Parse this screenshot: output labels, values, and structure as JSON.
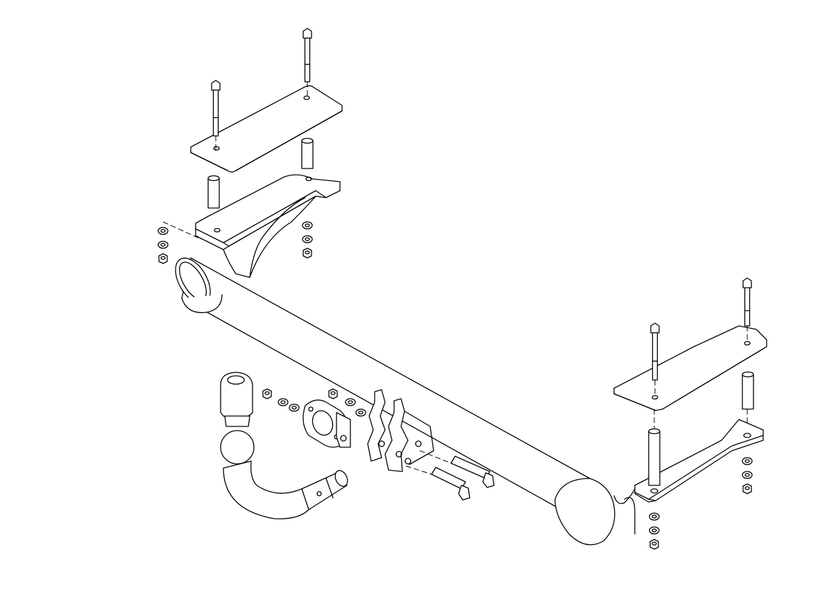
{
  "colors": {
    "stroke": "#000000",
    "background": "#ffffff"
  },
  "parts": {
    "left_nut_stacks": 2,
    "right_nut_stacks": 2,
    "mounting_bolts": 4,
    "spacers": 4
  }
}
